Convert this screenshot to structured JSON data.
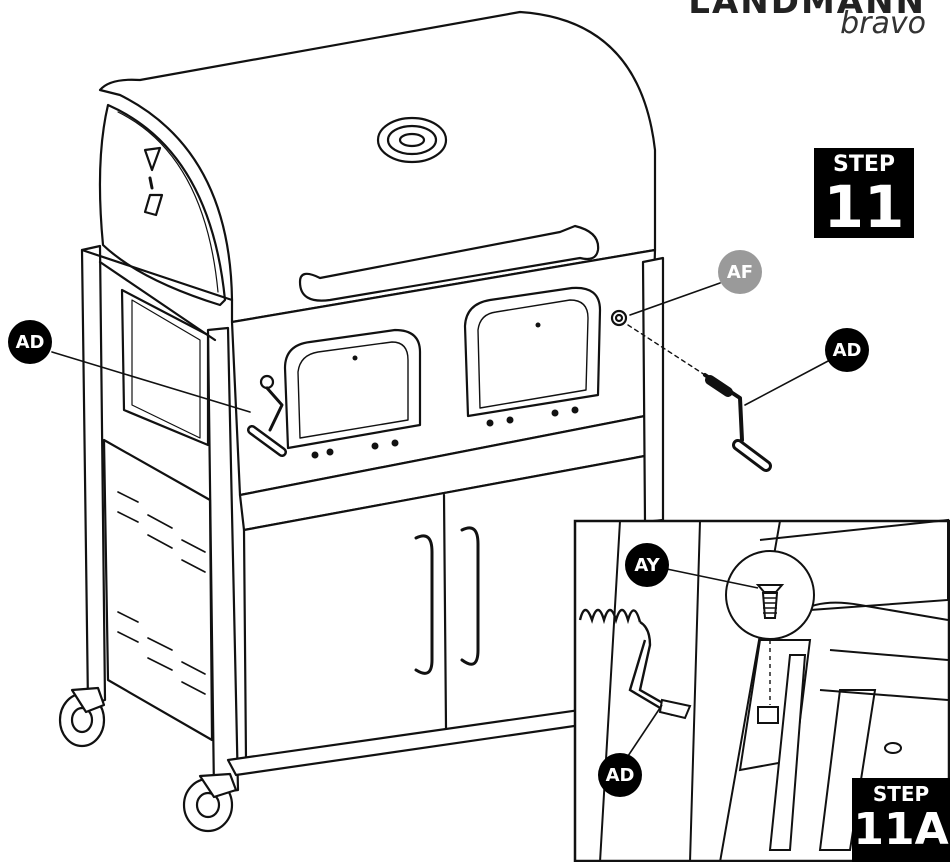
{
  "brand": {
    "top_text": "LANDMANN",
    "name": "bravo"
  },
  "steps": {
    "main": {
      "label": "STEP",
      "number": "11"
    },
    "detail": {
      "label": "STEP",
      "number": "11A"
    }
  },
  "callouts": {
    "ad_left": "AD",
    "af": "AF",
    "ad_right": "AD",
    "ay": "AY",
    "ad_detail": "AD"
  },
  "colors": {
    "ink": "#000000",
    "callout_fill": "#000000",
    "callout_grey": "#9a9a9a",
    "background": "#ffffff"
  }
}
